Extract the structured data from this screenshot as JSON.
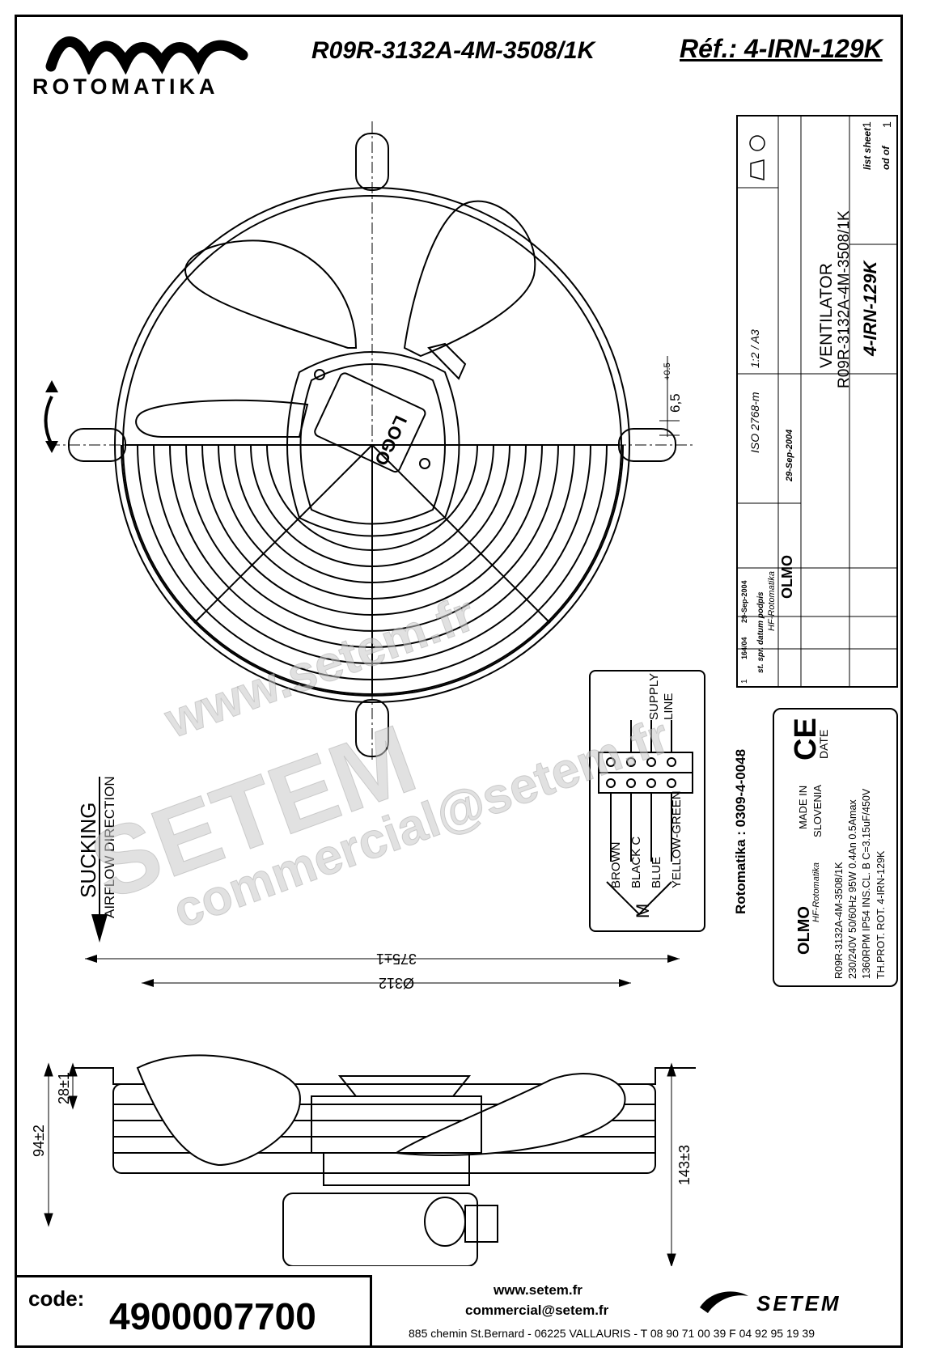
{
  "header": {
    "brand": "ROTOMATIKA",
    "model": "R09R-3132A-4M-3508/1K",
    "reference": "Réf.: 4-IRN-129K"
  },
  "front_view": {
    "logo_text": "LOGO",
    "clearance_dim": "6,5",
    "clearance_tol": "+0.5"
  },
  "airflow": {
    "sucking": "SUCKING",
    "airflow_direction": "AIRFLOW DIRECTION"
  },
  "wiring": {
    "supply": "SUPPLY",
    "line": "LINE",
    "wires": [
      "BROWN",
      "BLACK C",
      "BLUE",
      "YELLOW-GREEN"
    ],
    "motor_symbol": "M"
  },
  "title_block": {
    "title": "VENTILATOR",
    "model": "R09R-3132A-4M-3508/1K",
    "code": "4-IRN-129K",
    "scale": "1:2 / A3",
    "tolerance_std": "ISO 2768-m",
    "date": "29-Sep-2004",
    "sheet_label": "list sheet",
    "sheet_num": "1",
    "of_label": "od of",
    "of_num": "1",
    "company": "HF-Rotomatika",
    "olmo": "OLMO",
    "row_date": "29-Sep-2004",
    "row_label": "st. spr.  datum  podpis",
    "row_id": "1",
    "row_ver": "164/04"
  },
  "nameplate": {
    "olmo": "OLMO",
    "company": "HF-Rotomatika",
    "made_in_1": "MADE IN",
    "made_in_2": "SLOVENIA",
    "ce": "CE",
    "date_label": "DATE",
    "lines": [
      "R09R-3132A-4M-3508/1K",
      "230/240V  50/60Hz  95W  0.4An  0.5Amax",
      "1360RPM  IP54  INS.CL. B  C=3.15uF/450V",
      "TH.PROT.    ROT.           4-IRN-129K"
    ],
    "approval": "Rotomatika : 0309-4-0048"
  },
  "side_view": {
    "width_overall": "375±1",
    "diameter": "Ø312",
    "depth_total": "94±2",
    "flange_height": "28±1",
    "height_total": "143±3"
  },
  "footer": {
    "code_label": "code:",
    "code_value": "4900007700",
    "web": "www.setem.fr",
    "email": "commercial@setem.fr",
    "address": "885 chemin St.Bernard  -  06225 VALLAURIS  -  T 08 90 71 00 39   F 04 92 95 19 39",
    "setem_logo": "SETEM"
  },
  "watermark": {
    "line1": "www.setem.fr",
    "line2": "SETEM",
    "line3": "commercial@setem.fr"
  }
}
